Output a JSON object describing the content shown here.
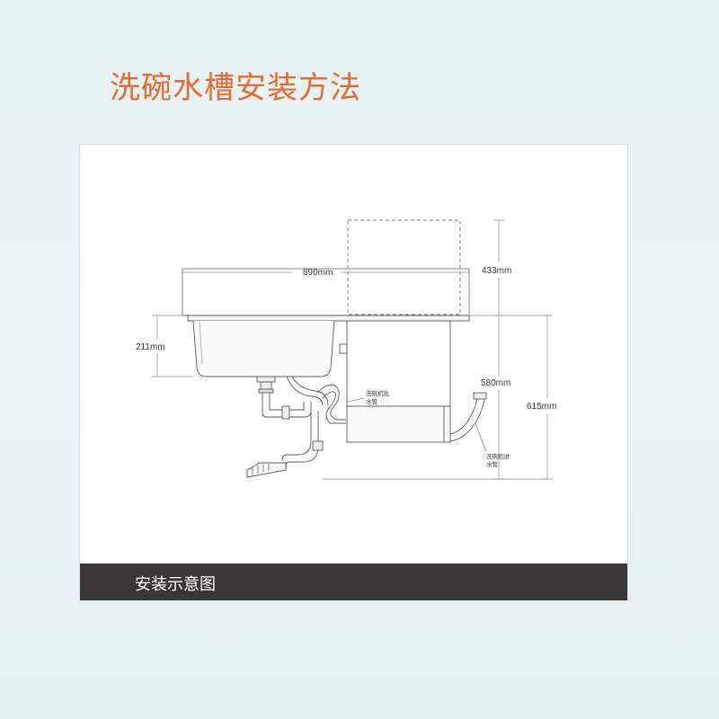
{
  "title": "洗碗水槽安装方法",
  "caption": "安装示意图",
  "dimensions": {
    "width": "890mm",
    "cabinet_height": "433mm",
    "sink_depth": "211mm",
    "dishwasher_height": "580mm",
    "total_height": "615mm"
  },
  "notes": {
    "outlet_line1": "洗碗机出",
    "outlet_line2": "水管",
    "inlet_line1": "洗碗机进",
    "inlet_line2": "水管"
  },
  "colors": {
    "title": "#e86a2e",
    "caption_bar": "#3a3536",
    "line": "#5a5a5a",
    "dim_line": "#8a8a8a"
  }
}
